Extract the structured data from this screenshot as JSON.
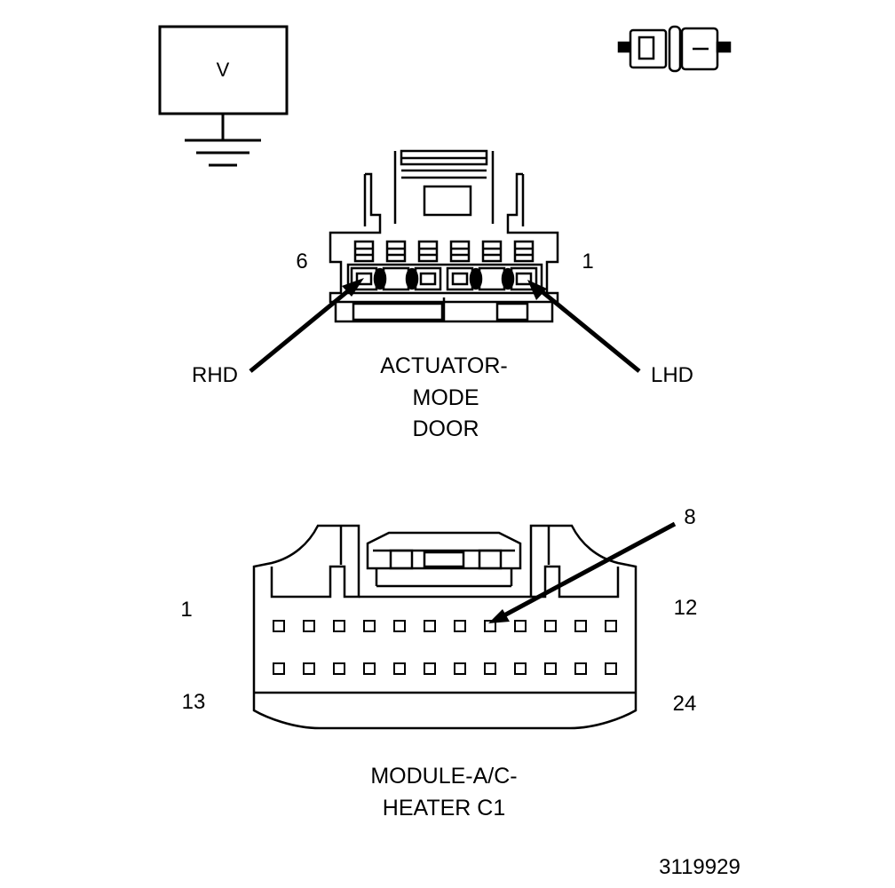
{
  "meter": {
    "symbol": "V"
  },
  "actuator": {
    "pin_left": "6",
    "pin_right": "1",
    "callout_left": "RHD",
    "callout_right": "LHD",
    "title_lines": [
      "ACTUATOR-",
      "MODE",
      "DOOR"
    ]
  },
  "module": {
    "pin_top_left": "1",
    "pin_top_right": "12",
    "pin_bottom_left": "13",
    "pin_bottom_right": "24",
    "callout_pin": "8",
    "title_lines": [
      "MODULE-A/C-",
      "HEATER C1"
    ],
    "rows": 2,
    "columns": 12
  },
  "figure_id": "3119929",
  "colors": {
    "line": "#000000",
    "background": "#ffffff"
  }
}
